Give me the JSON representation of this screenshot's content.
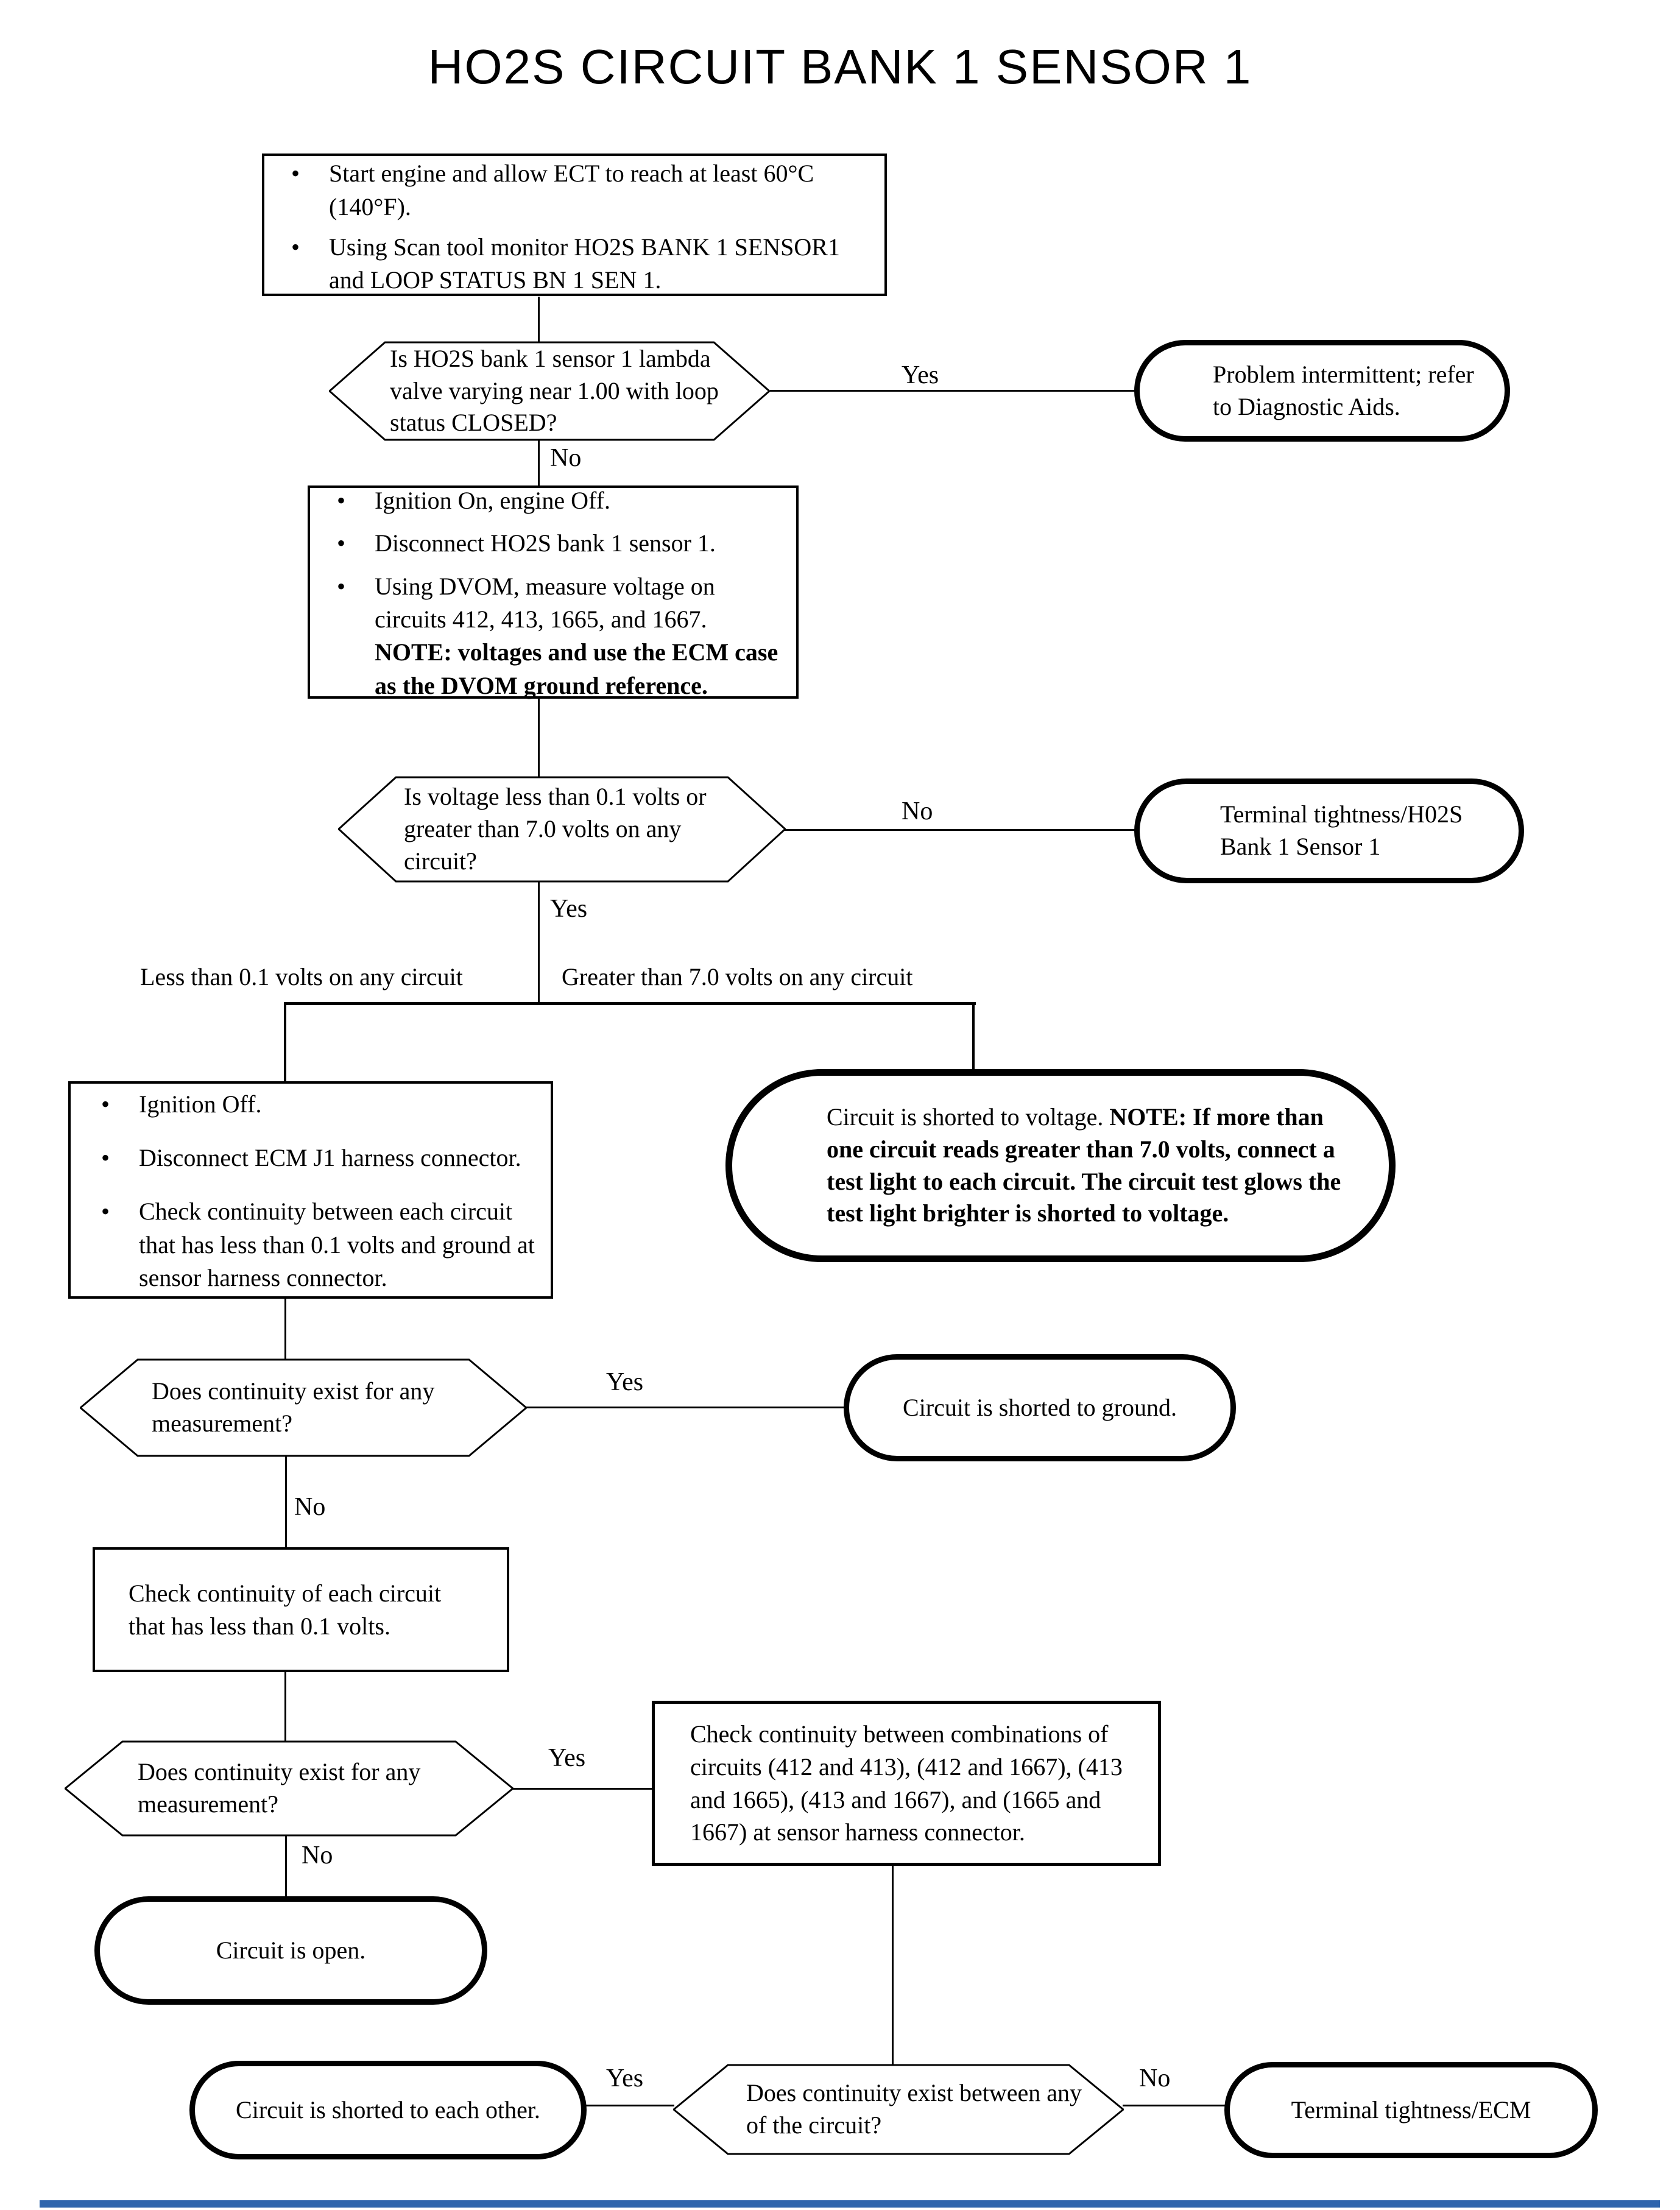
{
  "title": "HO2S CIRCUIT BANK 1 SENSOR 1",
  "labels": {
    "yes": "Yes",
    "no": "No"
  },
  "branch_labels": {
    "less": "Less than 0.1 volts on any circuit",
    "greater": "Greater than 7.0 volts on any circuit"
  },
  "colors": {
    "footer_bar": "#2e64ad",
    "line": "#000000"
  },
  "nodes": {
    "start": {
      "bullets": [
        "Start engine and allow ECT to reach at least 60°C (140°F).",
        "Using Scan tool monitor HO2S BANK 1 SENSOR1 and LOOP STATUS BN 1 SEN 1."
      ]
    },
    "q_lambda": {
      "text": "Is HO2S bank 1 sensor 1 lambda valve varying near 1.00 with loop status CLOSED?"
    },
    "t_intermittent": {
      "text": "Problem intermittent; refer to Diagnostic Aids."
    },
    "measure": {
      "bullets": [
        "Ignition On, engine Off.",
        "Disconnect HO2S bank 1 sensor 1.",
        "Using DVOM, measure voltage on circuits 412, 413, 1665, and 1667."
      ],
      "note": "NOTE: voltages and use the ECM case as the DVOM ground reference."
    },
    "q_voltage": {
      "text": "Is voltage less than 0.1 volts or greater than 7.0 volts on any circuit?"
    },
    "t_tightness_ho2s": {
      "text": "Terminal tightness/H02S Bank 1 Sensor 1"
    },
    "ignition_off": {
      "bullets": [
        "Ignition Off.",
        "Disconnect ECM J1 harness connector.",
        "Check continuity between each circuit that has less than 0.1 volts and ground at sensor harness connector."
      ]
    },
    "t_short_voltage": {
      "text": "Circuit is shorted to voltage. ",
      "note": "NOTE: If more than one circuit reads greater than 7.0 volts, connect a test light to each circuit.  The circuit test glows the test light brighter is shorted to voltage."
    },
    "q_continuity1": {
      "text": "Does continuity exist for any measurement?"
    },
    "t_short_ground": {
      "text": "Circuit is shorted to ground."
    },
    "check_continuity": {
      "text": "Check continuity of each circuit that has less than 0.1 volts."
    },
    "q_continuity2": {
      "text": "Does continuity exist for any measurement?"
    },
    "check_combinations": {
      "text": "Check continuity between combinations of circuits (412 and 413), (412 and 1667), (413 and 1665), (413 and 1667), and (1665 and 1667) at sensor harness connector."
    },
    "t_open": {
      "text": "Circuit is open."
    },
    "t_short_each_other": {
      "text": "Circuit is shorted to each other."
    },
    "q_continuity3": {
      "text": "Does continuity exist between any of the circuit?"
    },
    "t_tightness_ecm": {
      "text": "Terminal tightness/ECM"
    }
  }
}
